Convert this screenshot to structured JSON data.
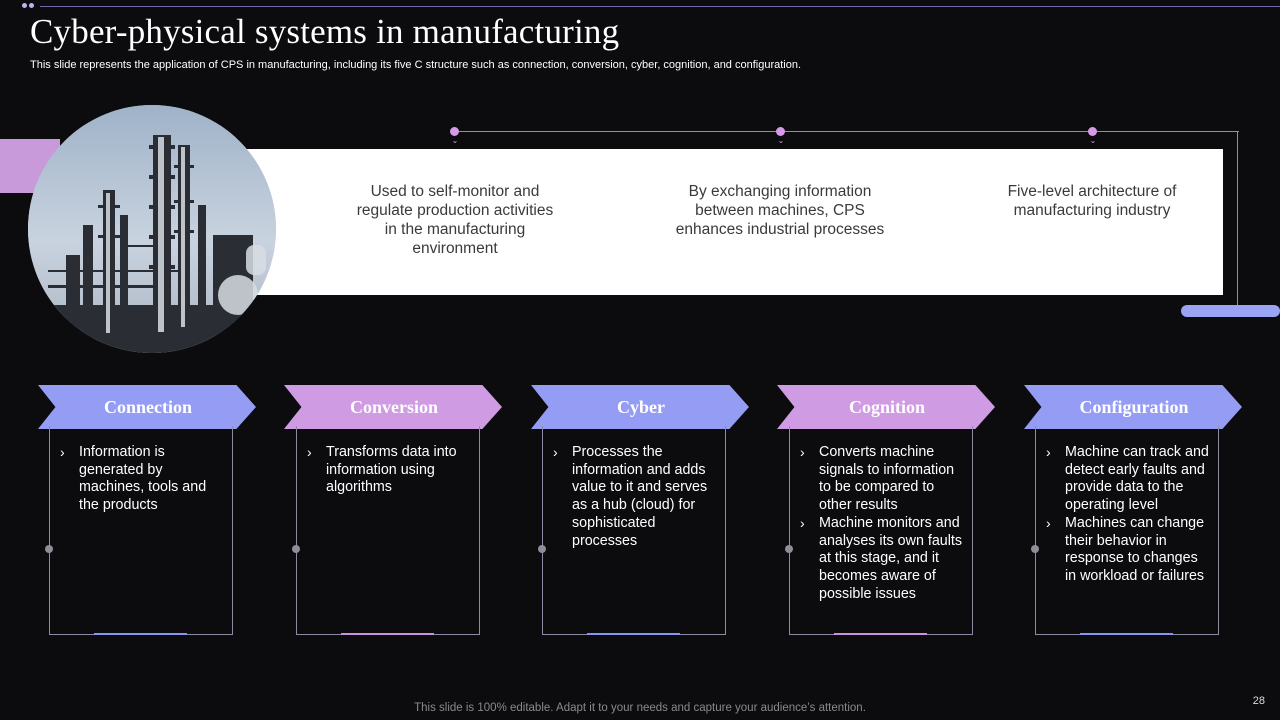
{
  "slide": {
    "title": "Cyber-physical systems in manufacturing",
    "subtitle": "This slide represents the application of CPS in manufacturing, including its five C structure such as connection, conversion, cyber, cognition, and configuration.",
    "footer": "This slide is 100% editable. Adapt it to your needs and capture your audience’s attention.",
    "page_number": "28"
  },
  "highlights": [
    "Used to self-monitor and regulate production activities in the manufacturing  environment",
    "By exchanging information between machines, CPS enhances industrial processes",
    "Five-level architecture of manufacturing industry"
  ],
  "stages": [
    {
      "label": "Connection",
      "color": "#959cf3",
      "points": [
        "Information is generated by machines, tools and the products"
      ]
    },
    {
      "label": "Conversion",
      "color": "#cf9be3",
      "points": [
        "Transforms data into information using algorithms"
      ]
    },
    {
      "label": "Cyber",
      "color": "#959cf3",
      "points": [
        "Processes the information and adds value to it and serves as a hub (cloud) for sophisticated processes"
      ]
    },
    {
      "label": "Cognition",
      "color": "#cf9be3",
      "points": [
        "Converts machine signals to information to be compared to other results",
        "Machine monitors and analyses its own faults at this stage, and it becomes aware of possible issues"
      ]
    },
    {
      "label": "Configuration",
      "color": "#959cf3",
      "points": [
        "Machine can track and detect early faults and provide data to the operating level",
        "Machines can change their behavior in response to changes in workload or failures"
      ]
    }
  ],
  "image": {
    "icon": "industrial-plant-photo"
  },
  "colors": {
    "background": "#0c0b0e",
    "accent_blue": "#959cf3",
    "accent_pink": "#cf9be3"
  }
}
